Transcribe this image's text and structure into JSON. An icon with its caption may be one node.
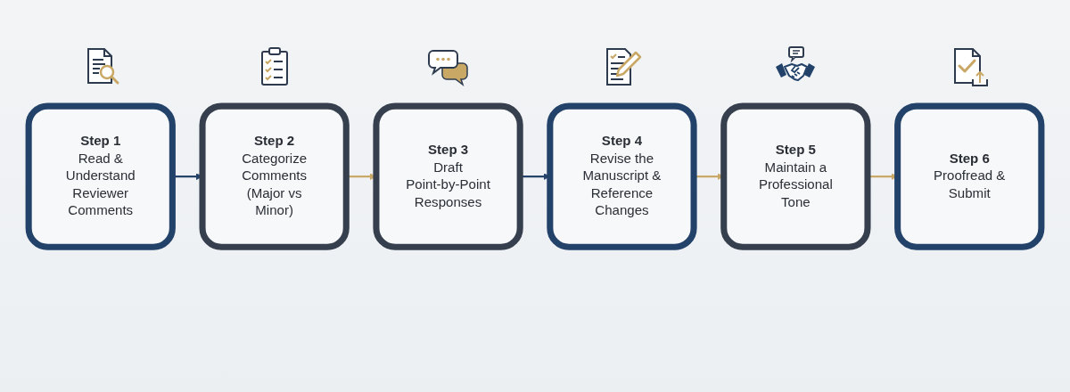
{
  "diagram": {
    "nodes": [
      {
        "text": [
          "Step 1",
          "Read & Understand Reviewer Comments"
        ]
      },
      {
        "text": [
          "Step 2",
          "Categorize Comments (Major vs Minor)"
        ]
      },
      {
        "text": [
          "Step 3",
          "Draft Point-by-Point Responses"
        ]
      },
      {
        "text": [
          "Step 4",
          "Revise the Manuscript & Reference Changes"
        ]
      },
      {
        "text": [
          "Step 5",
          "Maintain a Professional Tone"
        ]
      },
      {
        "text": [
          "Step 6",
          "Proofread & Submit"
        ]
      }
    ],
    "edges": [
      {
        "from": 0,
        "to": 1,
        "arrow": "to",
        "color": "#23426a"
      },
      {
        "from": 1,
        "to": 2,
        "arrow": "to"
      },
      {
        "from": 2,
        "to": 3,
        "arrow": "to",
        "color": "#23426a"
      },
      {
        "from": 3,
        "to": 4,
        "arrow": "to"
      },
      {
        "from": 4,
        "to": 5,
        "arrow": "to"
      }
    ]
  }
}
